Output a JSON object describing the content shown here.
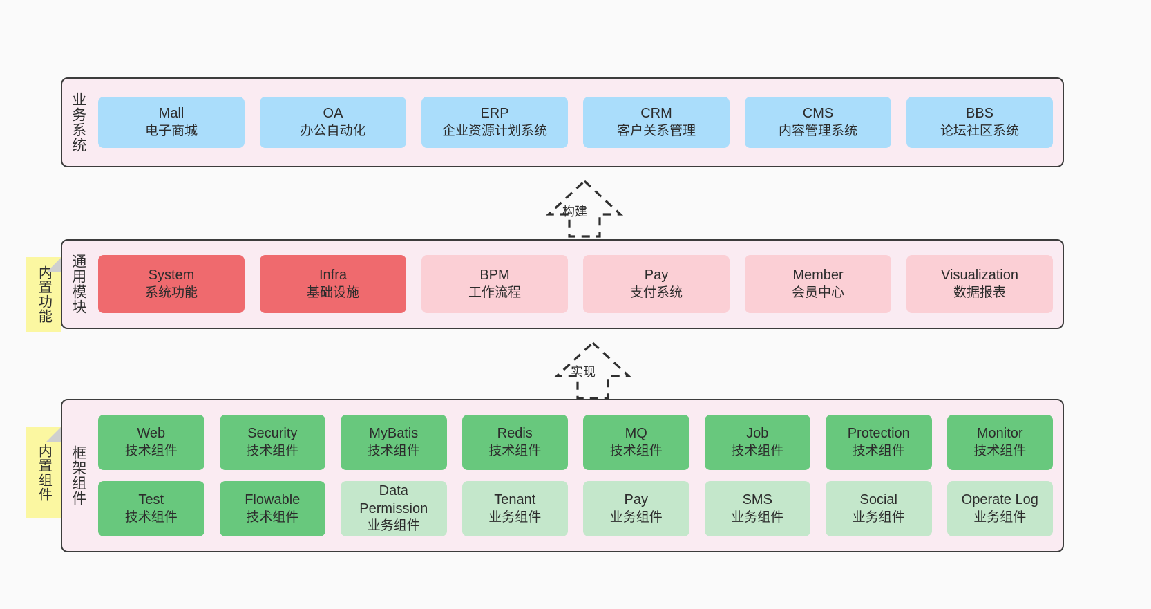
{
  "diagram": {
    "background_color": "#fafafa",
    "container_fill": "#faebf2",
    "container_border": "#3c3c3c",
    "note_fill": "#fbf7a1"
  },
  "layers": [
    {
      "id": "business",
      "title": "业务系统",
      "rows": [
        {
          "cards": [
            {
              "en": "Mall",
              "cn": "电子商城",
              "color": "#aaddfb",
              "variant": "c-blue"
            },
            {
              "en": "OA",
              "cn": "办公自动化",
              "color": "#aaddfb",
              "variant": "c-blue"
            },
            {
              "en": "ERP",
              "cn": "企业资源计划系统",
              "color": "#aaddfb",
              "variant": "c-blue"
            },
            {
              "en": "CRM",
              "cn": "客户关系管理",
              "color": "#aaddfb",
              "variant": "c-blue"
            },
            {
              "en": "CMS",
              "cn": "内容管理系统",
              "color": "#aaddfb",
              "variant": "c-blue"
            },
            {
              "en": "BBS",
              "cn": "论坛社区系统",
              "color": "#aaddfb",
              "variant": "c-blue"
            }
          ]
        }
      ]
    },
    {
      "id": "modules",
      "title": "通用模块",
      "rows": [
        {
          "cards": [
            {
              "en": "System",
              "cn": "系统功能",
              "color": "#ef6a6e",
              "variant": "c-red"
            },
            {
              "en": "Infra",
              "cn": "基础设施",
              "color": "#ef6a6e",
              "variant": "c-red"
            },
            {
              "en": "BPM",
              "cn": "工作流程",
              "color": "#fbcfd5",
              "variant": "c-pink"
            },
            {
              "en": "Pay",
              "cn": "支付系统",
              "color": "#fbcfd5",
              "variant": "c-pink"
            },
            {
              "en": "Member",
              "cn": "会员中心",
              "color": "#fbcfd5",
              "variant": "c-pink"
            },
            {
              "en": "Visualization",
              "cn": "数据报表",
              "color": "#fbcfd5",
              "variant": "c-pink"
            }
          ]
        }
      ]
    },
    {
      "id": "framework",
      "title": "框架组件",
      "rows": [
        {
          "cards": [
            {
              "en": "Web",
              "cn": "技术组件",
              "color": "#68c87d",
              "variant": "c-green"
            },
            {
              "en": "Security",
              "cn": "技术组件",
              "color": "#68c87d",
              "variant": "c-green"
            },
            {
              "en": "MyBatis",
              "cn": "技术组件",
              "color": "#68c87d",
              "variant": "c-green"
            },
            {
              "en": "Redis",
              "cn": "技术组件",
              "color": "#68c87d",
              "variant": "c-green"
            },
            {
              "en": "MQ",
              "cn": "技术组件",
              "color": "#68c87d",
              "variant": "c-green"
            },
            {
              "en": "Job",
              "cn": "技术组件",
              "color": "#68c87d",
              "variant": "c-green"
            },
            {
              "en": "Protection",
              "cn": "技术组件",
              "color": "#68c87d",
              "variant": "c-green"
            },
            {
              "en": "Monitor",
              "cn": "技术组件",
              "color": "#68c87d",
              "variant": "c-green"
            }
          ]
        },
        {
          "cards": [
            {
              "en": "Test",
              "cn": "技术组件",
              "color": "#68c87d",
              "variant": "c-green"
            },
            {
              "en": "Flowable",
              "cn": "技术组件",
              "color": "#68c87d",
              "variant": "c-green"
            },
            {
              "en": "Data Permission",
              "cn": "业务组件",
              "color": "#c4e7cb",
              "variant": "c-lightgreen"
            },
            {
              "en": "Tenant",
              "cn": "业务组件",
              "color": "#c4e7cb",
              "variant": "c-lightgreen"
            },
            {
              "en": "Pay",
              "cn": "业务组件",
              "color": "#c4e7cb",
              "variant": "c-lightgreen"
            },
            {
              "en": "SMS",
              "cn": "业务组件",
              "color": "#c4e7cb",
              "variant": "c-lightgreen"
            },
            {
              "en": "Social",
              "cn": "业务组件",
              "color": "#c4e7cb",
              "variant": "c-lightgreen"
            },
            {
              "en": "Operate Log",
              "cn": "业务组件",
              "color": "#c4e7cb",
              "variant": "c-lightgreen"
            }
          ]
        }
      ]
    }
  ],
  "notes": [
    {
      "id": "functions",
      "text": "内置功能"
    },
    {
      "id": "components",
      "text": "内置组件"
    }
  ],
  "connectors": [
    {
      "id": "build",
      "label": "构建",
      "style": "dashed-hollow-arrow-up"
    },
    {
      "id": "realize",
      "label": "实现",
      "style": "dashed-hollow-arrow-up"
    }
  ]
}
